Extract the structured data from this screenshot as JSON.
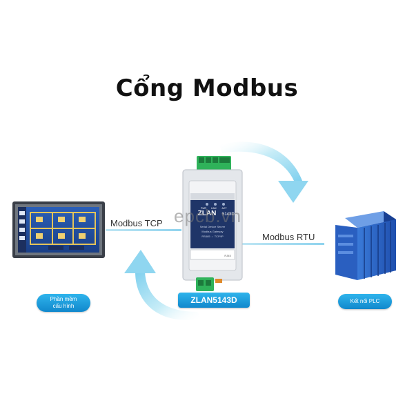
{
  "title": "Cổng Modbus",
  "labels": {
    "modbus_tcp": "Modbus TCP",
    "modbus_rtu": "Modbus RTU"
  },
  "watermark": "epcb.vn",
  "device": {
    "brand": "ZLAN",
    "model_small": "5143D",
    "desc_line1": "Serial Device Server",
    "desc_line2": "Modbus Gateway",
    "desc_line3": "RS485 ⇔ TCP/IP",
    "leds": [
      "PWR",
      "LINK",
      "ACT"
    ],
    "port_label": "RJ45"
  },
  "captions": {
    "left_line1": "Phần mềm",
    "left_line2": "cấu hình",
    "center": "ZLAN5143D",
    "right": "Kết nối PLC"
  },
  "colors": {
    "accent_blue": "#1a9ddd",
    "arrow_cyan": "#9fdcf0",
    "plc_blue": "#2a5fc0",
    "device_gray": "#dfe3e8",
    "device_navy": "#1f3568"
  }
}
